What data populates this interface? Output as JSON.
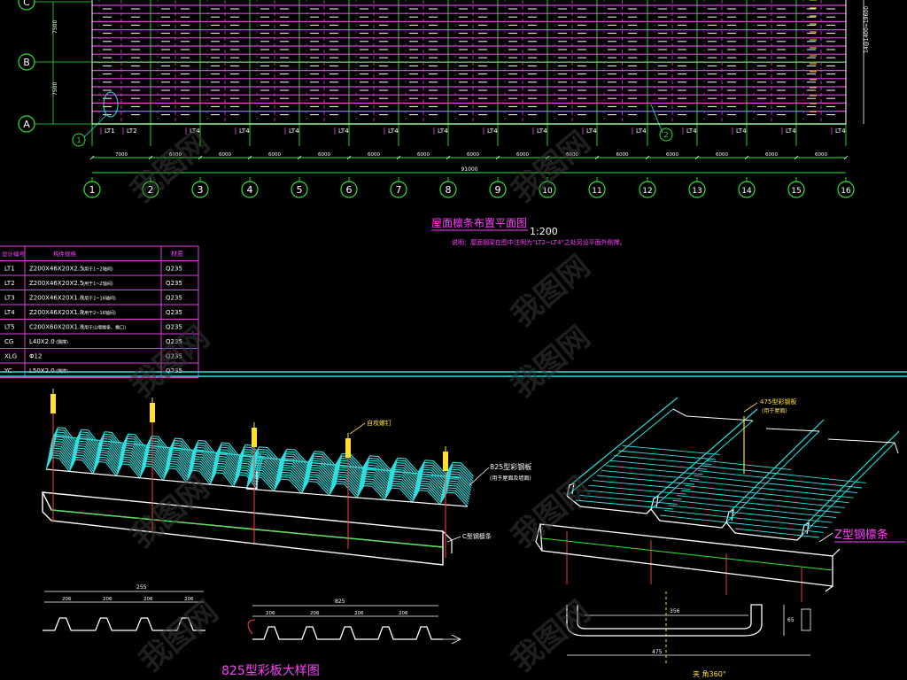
{
  "plan": {
    "row_labels": [
      "C",
      "B",
      "A"
    ],
    "row_dims": [
      "7500",
      "7500"
    ],
    "right_dim": "14@1400=19600",
    "column_labels": [
      "1",
      "2",
      "3",
      "4",
      "5",
      "6",
      "7",
      "8",
      "9",
      "10",
      "11",
      "12",
      "13",
      "14",
      "15",
      "16"
    ],
    "bay_dims": [
      "7000",
      "6000",
      "6000",
      "6000",
      "6000",
      "6000",
      "6000",
      "6000",
      "6000",
      "6000",
      "6000",
      "6000",
      "6000",
      "6000",
      "6000"
    ],
    "total_dim": "91000",
    "purlin_tags": [
      "LT1",
      "LT2",
      "LT4",
      "LT4",
      "LT4",
      "LT4",
      "LT4",
      "LT4",
      "LT4",
      "LT4",
      "LT4",
      "LT4",
      "LT4",
      "LT4",
      "LT4",
      "LT4"
    ],
    "callout_left": "1",
    "callout_mid": "2",
    "title": "屋面檩条布置平面图",
    "scale": "1:200",
    "note": "说明：屋面钢梁在图中注明为\"LT2~LT4\"之处另设平面外侧撑。"
  },
  "table": {
    "headers": [
      "设计编号",
      "构件规格",
      "材质"
    ],
    "rows": [
      [
        "LT1",
        "Z200X46X20X2.5",
        "(用于1~2轴间)",
        "Q235"
      ],
      [
        "LT2",
        "Z200X46X20X2.5",
        "(用于1~2轴间)",
        "Q235"
      ],
      [
        "LT3",
        "Z200X46X20X1.8",
        "(用于2~16轴间)",
        "Q235"
      ],
      [
        "LT4",
        "Z200X46X20X1.8",
        "(用于2~16轴间)",
        "Q235"
      ],
      [
        "LT5",
        "C200X60X20X1.8",
        "(用于山墙檩条、檐口)",
        "Q235"
      ],
      [
        "CG",
        "L40X2.0",
        "(隅撑)",
        "Q235"
      ],
      [
        "XLG",
        "Φ12",
        "",
        "Q235"
      ],
      [
        "YC",
        "L50X2.0",
        "(隅撑)",
        "Q235"
      ]
    ]
  },
  "detail_left": {
    "screw_label": "自攻螺钉",
    "panel_label": "825型彩钢板",
    "panel_sub": "(用于屋面及墙面)",
    "purlin_label": "C型钢檩条",
    "dim_top": "255",
    "dims_row1": [
      "206",
      "206",
      "206",
      "206"
    ],
    "dim_top2": "825",
    "dims_row2": [
      "206",
      "206",
      "206",
      "206"
    ],
    "title": "825型彩板大样图"
  },
  "detail_right": {
    "panel_label": "475型彩钢板",
    "panel_sub": "(用于屋面)",
    "purlin_label": "Z型钢檩条",
    "dim_inner": "356",
    "dim_outer": "475",
    "dim_height": "65",
    "angle_note": "夹 角360°"
  },
  "watermark": "我图网",
  "colors": {
    "axis": "#2ee82e",
    "grid_magenta": "#e040e0",
    "dim": "#ffffff",
    "cyan": "#30e0e0",
    "yellow": "#ffe030",
    "red": "#ff4040"
  }
}
